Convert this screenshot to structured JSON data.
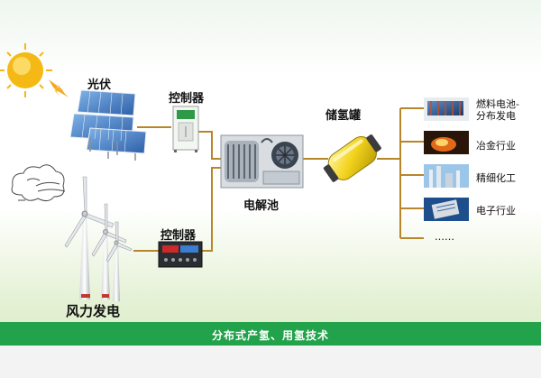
{
  "labels": {
    "solar": "光伏",
    "controller_top": "控制器",
    "controller_bottom": "控制器",
    "electrolyzer": "电解池",
    "storage": "储氢罐",
    "wind": "风力发电",
    "footer": "分布式产氢、用氢技术"
  },
  "applications": [
    {
      "label": "燃料电池-",
      "label2": "分布发电"
    },
    {
      "label": "冶金行业"
    },
    {
      "label": "精细化工"
    },
    {
      "label": "电子行业"
    },
    {
      "label": "……"
    }
  ],
  "colors": {
    "line": "#b8862a",
    "footer_bg": "#22a24a",
    "footer_text": "#ffffff",
    "sun": "#f5b915",
    "tank": "#f2d21b"
  }
}
